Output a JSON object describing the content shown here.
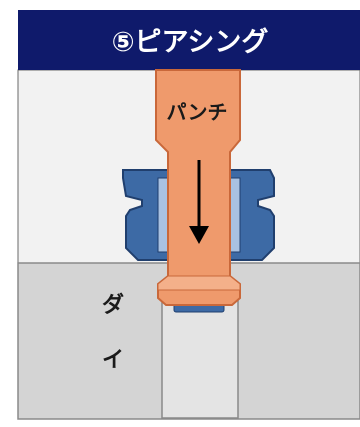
{
  "header": {
    "title": "⑤ピアシング"
  },
  "labels": {
    "punch": "パンチ",
    "die_line1": "ダ",
    "die_line2": "イ"
  },
  "colors": {
    "header_bg": "#0f1a6b",
    "panel_bg": "#f2f2f2",
    "die": "#d4d4d4",
    "die_hole": "#e4e4e4",
    "punch": "#ef9a6c",
    "punch_edge": "#c9683a",
    "holder": "#3d6aa5",
    "holder_light": "#a9c2e2",
    "slug": "#3d6aa5"
  },
  "icons": {
    "arrow": "down-arrow-icon"
  }
}
